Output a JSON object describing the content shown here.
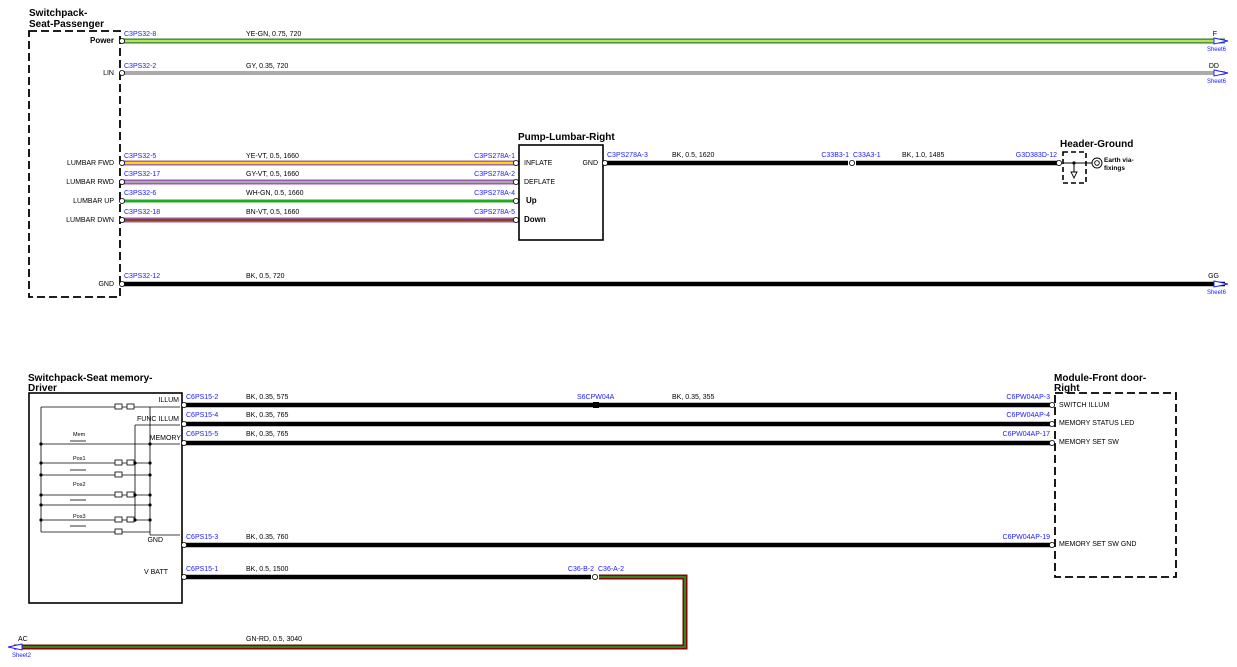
{
  "components": {
    "seat_passenger": {
      "title1": "Switchpack-",
      "title2": "Seat-Passenger"
    },
    "pump": {
      "title": "Pump-Lumbar-Right"
    },
    "header_ground": {
      "title": "Header-Ground",
      "note1": "Earth via-",
      "note2": "fixings"
    },
    "seat_memory": {
      "title1": "Switchpack-Seat memory-",
      "title2": "Driver"
    },
    "front_door": {
      "title1": "Module-Front door-",
      "title2": "Right"
    }
  },
  "pins": {
    "power": "Power",
    "lin": "LIN",
    "lumbar_fwd": "LUMBAR FWD",
    "lumbar_rwd": "LUMBAR RWD",
    "lumbar_up": "LUMBAR UP",
    "lumbar_dwn": "LUMBAR DWN",
    "gnd": "GND",
    "pump_inflate": "INFLATE",
    "pump_deflate": "DEFLATE",
    "pump_up": "Up",
    "pump_down": "Down",
    "pump_gnd": "GND",
    "illum": "ILLUM",
    "func_illum": "FUNC ILLUM",
    "memory": "MEMORY",
    "mem_gnd": "GND",
    "vbatt": "V BATT",
    "switch_illum": "SWITCH ILLUM",
    "memory_status_led": "MEMORY STATUS LED",
    "memory_set_sw": "MEMORY SET SW",
    "memory_set_sw_gnd": "MEMORY SET SW GND"
  },
  "switch_labels": {
    "mem": "Mem",
    "pos1": "Pos1",
    "pos2": "Pos2",
    "pos3": "Pos3"
  },
  "connectors": {
    "c3ps32_8": "C3PS32-8",
    "c3ps32_2": "C3PS32-2",
    "c3ps32_5": "C3PS32-5",
    "c3ps32_17": "C3PS32-17",
    "c3ps32_6": "C3PS32-6",
    "c3ps32_18": "C3PS32-18",
    "c3ps32_12": "C3PS32-12",
    "c3ps278a_1": "C3PS278A-1",
    "c3ps278a_2": "C3PS278A-2",
    "c3ps278a_4": "C3PS278A-4",
    "c3ps278a_5": "C3PS278A-5",
    "c3ps278a_3": "C3PS278A-3",
    "c33b3_1": "C33B3-1",
    "c33a3_1": "C33A3-1",
    "g3d383d_12": "G3D383D-12",
    "c6ps15_2": "C6PS15-2",
    "c6ps15_4": "C6PS15-4",
    "c6ps15_5": "C6PS15-5",
    "c6ps15_3": "C6PS15-3",
    "c6ps15_1": "C6PS15-1",
    "s6cpw04a": "S6CPW04A",
    "c6pw04ap_3": "C6PW04AP-3",
    "c6pw04ap_4": "C6PW04AP-4",
    "c6pw04ap_17": "C6PW04AP-17",
    "c6pw04ap_19": "C6PW04AP-19",
    "c36_b_2": "C36-B-2",
    "c36_a_2": "C36-A-2"
  },
  "wire_specs": {
    "power": "YE-GN,  0.75,  720",
    "lin": "GY,  0.35,  720",
    "lumbar_fwd": "YE-VT,  0.5,  1660",
    "lumbar_rwd": "GY-VT,  0.5,  1660",
    "lumbar_up": "WH-GN,  0.5,  1660",
    "lumbar_dwn": "BN-VT,  0.5,  1660",
    "pump_gnd": "BK,  0.5,  1620",
    "header_gnd": "BK,  1.0,  1485",
    "gnd": "BK,  0.5,  720",
    "illum_a": "BK,  0.35,  575",
    "illum_b": "BK,  0.35,  355",
    "func_illum": "BK,  0.35,  765",
    "memory": "BK,  0.35,  765",
    "mem_gnd": "BK,  0.35,  760",
    "vbatt": "BK,  0.5,  1500",
    "ac": "GN-RD,  0.5,  3040"
  },
  "offsheet": {
    "f": "F",
    "dd": "DD",
    "gg": "GG",
    "ac": "AC",
    "sheet6": "Sheet6",
    "sheet2": "Sheet2"
  },
  "wire_colors": {
    "ye_gn": [
      "#9acd32",
      "#2e7d32"
    ],
    "gy": "#aaaaaa",
    "ye_vt": [
      "#ffd700",
      "#9b59b6"
    ],
    "gy_vt": [
      "#aaaaaa",
      "#9b59b6"
    ],
    "wh_gn": "#22aa22",
    "bn_vt": [
      "#8b4513",
      "#9b59b6"
    ],
    "bk": "#000000",
    "gn_rd": [
      "#228b22",
      "#8b0000"
    ]
  }
}
